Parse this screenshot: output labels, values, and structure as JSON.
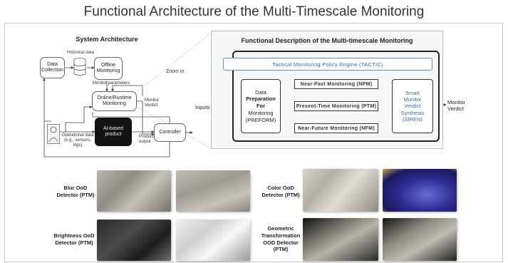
{
  "title": "Functional Architecture of the Multi-Timescale Monitoring",
  "system": {
    "title": "System Architecture",
    "data_collection": "Data Collection",
    "historical_data": "Historical data",
    "offline_monitoring": "Offline Monitoring",
    "monitor_parameters": "Monitor parameters",
    "online_runtime": "Online/Runtime Monitoring",
    "monitor_verdict": "Monitor Verdict",
    "ai_product": "AI-based product",
    "operational_data": "Operational data (e.g., sensors, logs)",
    "product_output": "Product output",
    "controller": "Controller",
    "zoom_in": "Zoom in"
  },
  "functional": {
    "title": "Functional Description of the Multi-timescale Monitoring",
    "tactic": "Tactical Monitoring Policy Engine (TACTIC)",
    "preform_lines": [
      "Data",
      "Preparation",
      "For",
      "Monitoring",
      "(PREFORM)"
    ],
    "npm": "Near-Past Monitoring (NPM)",
    "ptm": "Present-Time Monitoring (PTM)",
    "nfm": "Near-Future Monitoring (NFM)",
    "siren_lines": [
      "Smart",
      "Monitor",
      "Verdict",
      "Synthesis",
      "(SIREN)"
    ],
    "inputs": "Inputs",
    "output_line1": "Monitor",
    "output_line2": "Verdict"
  },
  "detectors": {
    "blur": [
      "Blur OoD",
      "Detector (PTM)"
    ],
    "color": [
      "Color OoD",
      "Detector (PTM)"
    ],
    "brightness": [
      "Brightness OoD",
      "Detector (PTM)"
    ],
    "geometric": [
      "Geometric",
      "Transformation",
      "OOD Detector",
      "(PTM)"
    ]
  }
}
